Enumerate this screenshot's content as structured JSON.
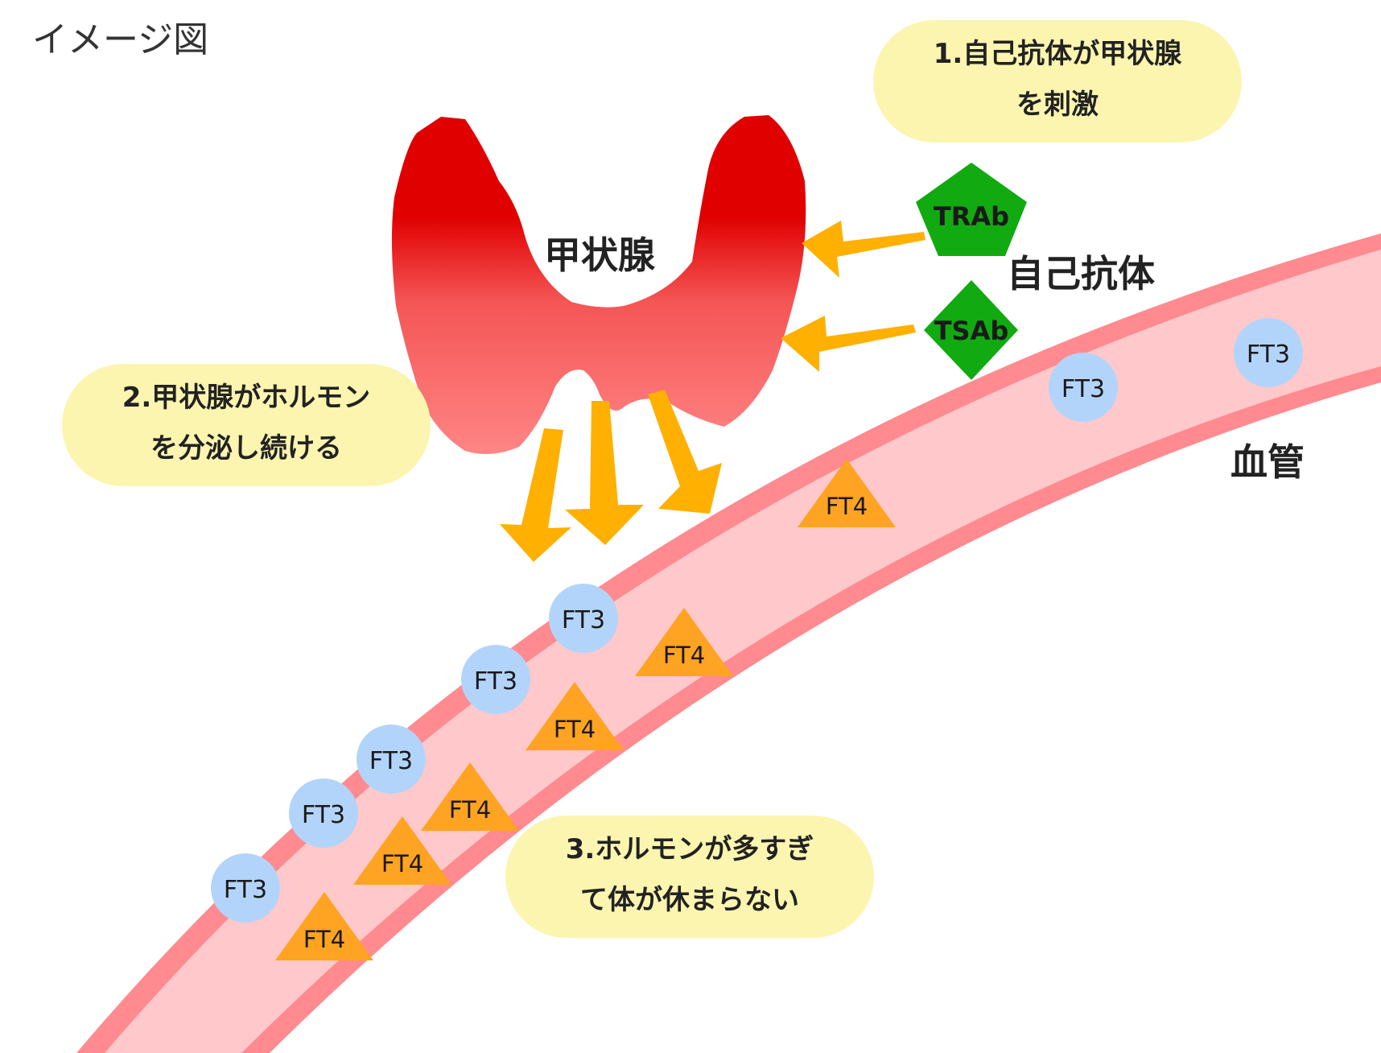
{
  "title": "イメージ図",
  "thyroid_label": "甲状腺",
  "autoantibody_label": "自己抗体",
  "vessel_label": "血管",
  "antibodies": [
    "TRAb",
    "TSAb"
  ],
  "steps": [
    {
      "line1": "1.自己抗体が甲状腺",
      "line2": "を刺激"
    },
    {
      "line1": "2.甲状腺がホルモン",
      "line2": "を分泌し続ける"
    },
    {
      "line1": "3.ホルモンが多すぎ",
      "line2": "て体が休まらない"
    }
  ],
  "hormones": {
    "ft3": "FT3",
    "ft4": "FT4"
  },
  "colors": {
    "thyroid_top": "#e00000",
    "thyroid_bottom": "#ff8080",
    "arrow": "#ffb000",
    "antibody": "#11aa11",
    "bubble": "#fcf5b0",
    "vessel_wall": "#ff8a8f",
    "vessel_inner": "#ffc8ca",
    "ft3": "#b3d4fa",
    "ft4": "#ffa322"
  }
}
